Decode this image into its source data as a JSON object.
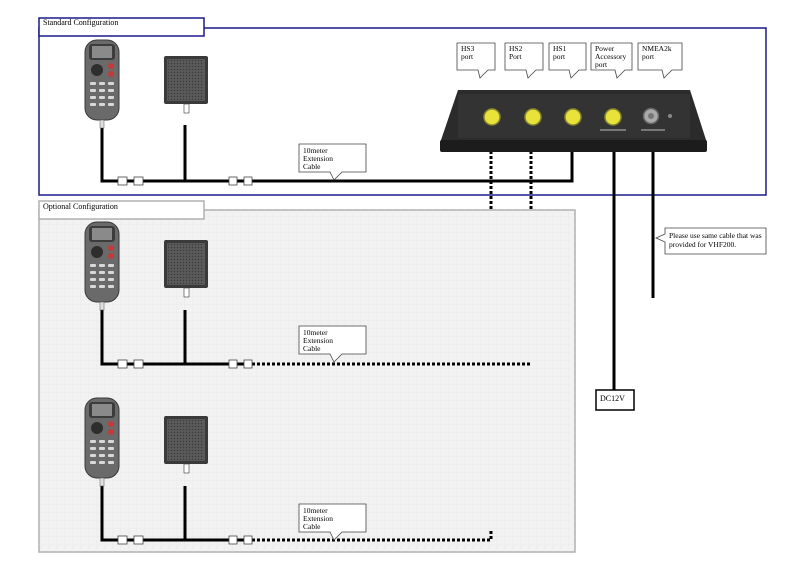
{
  "sections": {
    "standard": "Standard Configuration",
    "optional": "Optional Configuration"
  },
  "ports": [
    {
      "line1": "HS3",
      "line2": "port",
      "line3": ""
    },
    {
      "line1": "HS2",
      "line2": "Port",
      "line3": ""
    },
    {
      "line1": "HS1",
      "line2": "port",
      "line3": ""
    },
    {
      "line1": "Power",
      "line2": "Accessory",
      "line3": "port"
    },
    {
      "line1": "NMEA2k",
      "line2": "port",
      "line3": ""
    }
  ],
  "cable_callout": {
    "line1": "10meter",
    "line2": "Extension",
    "line3": "Cable"
  },
  "note": {
    "line1": "Please use same cable that was",
    "line2": "provided for VHF200."
  },
  "power_label": "DC12V",
  "colors": {
    "standard_border": "#1a1a8c",
    "optional_border": "#b0b0b0",
    "optional_fill": "#f2f2f2",
    "port_yellow": "#e8e23a",
    "device_body": "#2b2b2b",
    "handset_body": "#6a6a6a"
  },
  "icons": [
    "handset-icon",
    "speaker-icon",
    "hub-device-icon"
  ]
}
